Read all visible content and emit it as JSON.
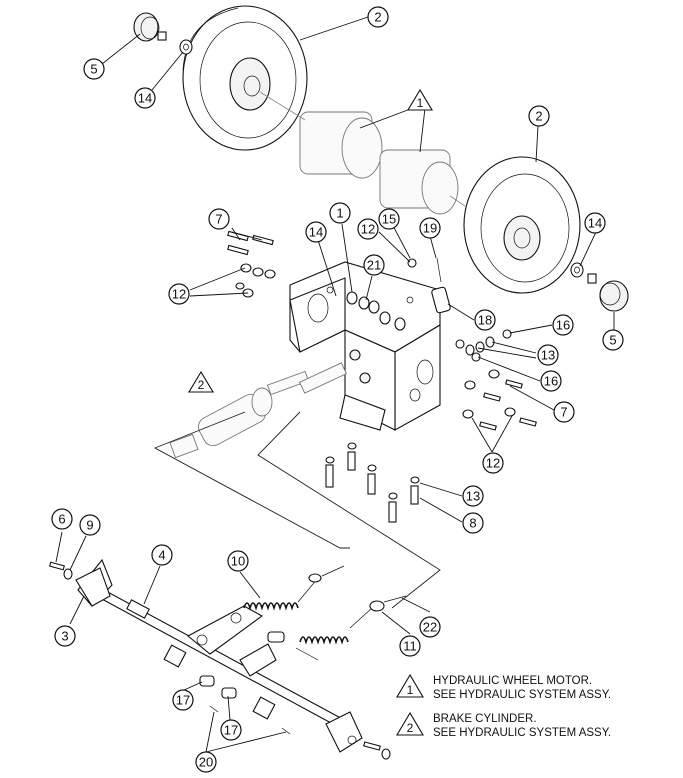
{
  "callouts": {
    "c2a": "2",
    "c5a": "5",
    "c14a": "14",
    "c1tri": "1",
    "c2b": "2",
    "c7a": "7",
    "c1": "1",
    "c12a": "12",
    "c15": "15",
    "c19": "19",
    "c14b": "14",
    "c21": "21",
    "c12b": "12",
    "c14c": "14",
    "c5b": "5",
    "c18": "18",
    "c16a": "16",
    "c13a": "13",
    "c16b": "16",
    "c7b": "7",
    "c2tri": "2",
    "c12c": "12",
    "c13b": "13",
    "c8": "8",
    "c6": "6",
    "c9": "9",
    "c4": "4",
    "c10": "10",
    "c3": "3",
    "c11": "11",
    "c22": "22",
    "c17a": "17",
    "c17b": "17",
    "c20": "20"
  },
  "legend": {
    "item1_marker": "1",
    "item1_line1": "HYDRAULIC WHEEL MOTOR.",
    "item1_line2": "SEE HYDRAULIC SYSTEM ASSY.",
    "item2_marker": "2",
    "item2_line1": "BRAKE CYLINDER.",
    "item2_line2": "SEE HYDRAULIC SYSTEM ASSY."
  }
}
